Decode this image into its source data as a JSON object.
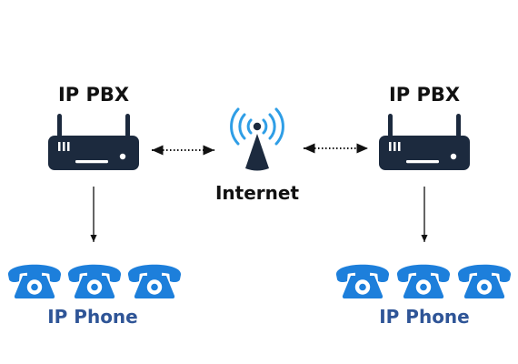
{
  "colors": {
    "device": "#1c2a3e",
    "phone": "#1d7fdb",
    "phone_label": "#2f5597",
    "wave": "#2f9ee6",
    "text": "#111111"
  },
  "nodes": {
    "left_pbx": {
      "label": "IP PBX",
      "icon": "router-icon"
    },
    "right_pbx": {
      "label": "IP PBX",
      "icon": "router-icon"
    },
    "internet": {
      "label": "Internet",
      "icon": "antenna-icon"
    },
    "left_phones": {
      "label": "IP Phone",
      "icon": "telephone-icon",
      "count": 3
    },
    "right_phones": {
      "label": "IP Phone",
      "icon": "telephone-icon",
      "count": 3
    }
  },
  "links": [
    {
      "from": "left_pbx",
      "to": "internet",
      "style": "dotted",
      "arrows": "both"
    },
    {
      "from": "internet",
      "to": "right_pbx",
      "style": "dotted",
      "arrows": "both"
    },
    {
      "from": "left_pbx",
      "to": "left_phones",
      "style": "solid",
      "arrows": "end"
    },
    {
      "from": "right_pbx",
      "to": "right_phones",
      "style": "solid",
      "arrows": "end"
    }
  ]
}
